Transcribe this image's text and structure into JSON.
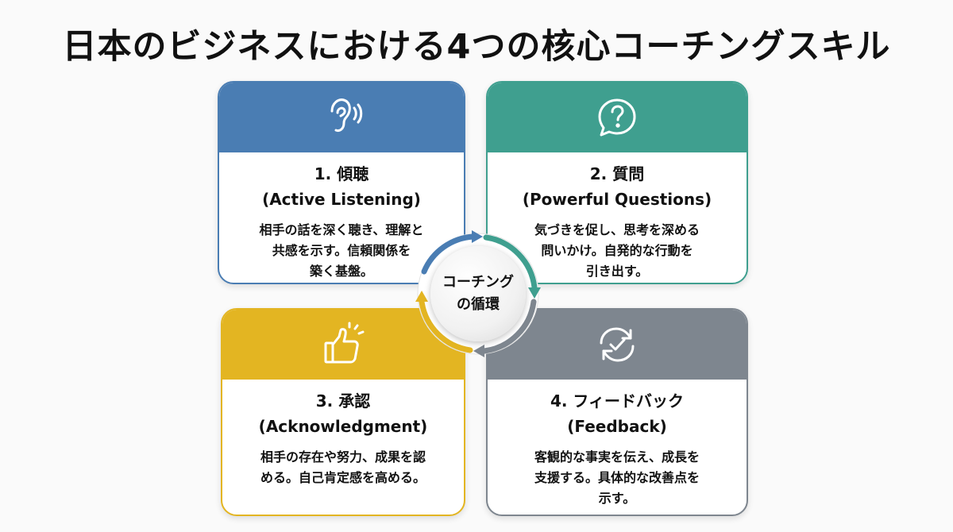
{
  "title": "日本のビジネスにおける4つの核心コーチングスキル",
  "center": {
    "line1": "コーチング",
    "line2": "の循環"
  },
  "colors": {
    "listening": "#4a7db3",
    "questions": "#3f9f8f",
    "acknowledgment": "#e3b522",
    "feedback": "#7e868f"
  },
  "cards": [
    {
      "icon": "ear-icon",
      "title": "1. 傾聴",
      "subtitle": "(Active Listening)",
      "desc_lines": [
        "相手の話を深く聴き、理解と",
        "共感を示す。信頼関係を",
        "築く基盤。"
      ]
    },
    {
      "icon": "question-bubble-icon",
      "title": "2. 質問",
      "subtitle": "(Powerful Questions)",
      "desc_lines": [
        "気づきを促し、思考を深める",
        "問いかけ。自発的な行動を",
        "引き出す。"
      ]
    },
    {
      "icon": "thumbs-up-icon",
      "title": "3. 承認",
      "subtitle": "(Acknowledgment)",
      "desc_lines": [
        "相手の存在や努力、成果を認",
        "める。自己肯定感を高める。"
      ]
    },
    {
      "icon": "refresh-check-icon",
      "title": "4. フィードバック",
      "subtitle": "(Feedback)",
      "desc_lines": [
        "客観的な事実を伝え、成長を",
        "支援する。具体的な改善点を",
        "示す。"
      ]
    }
  ]
}
